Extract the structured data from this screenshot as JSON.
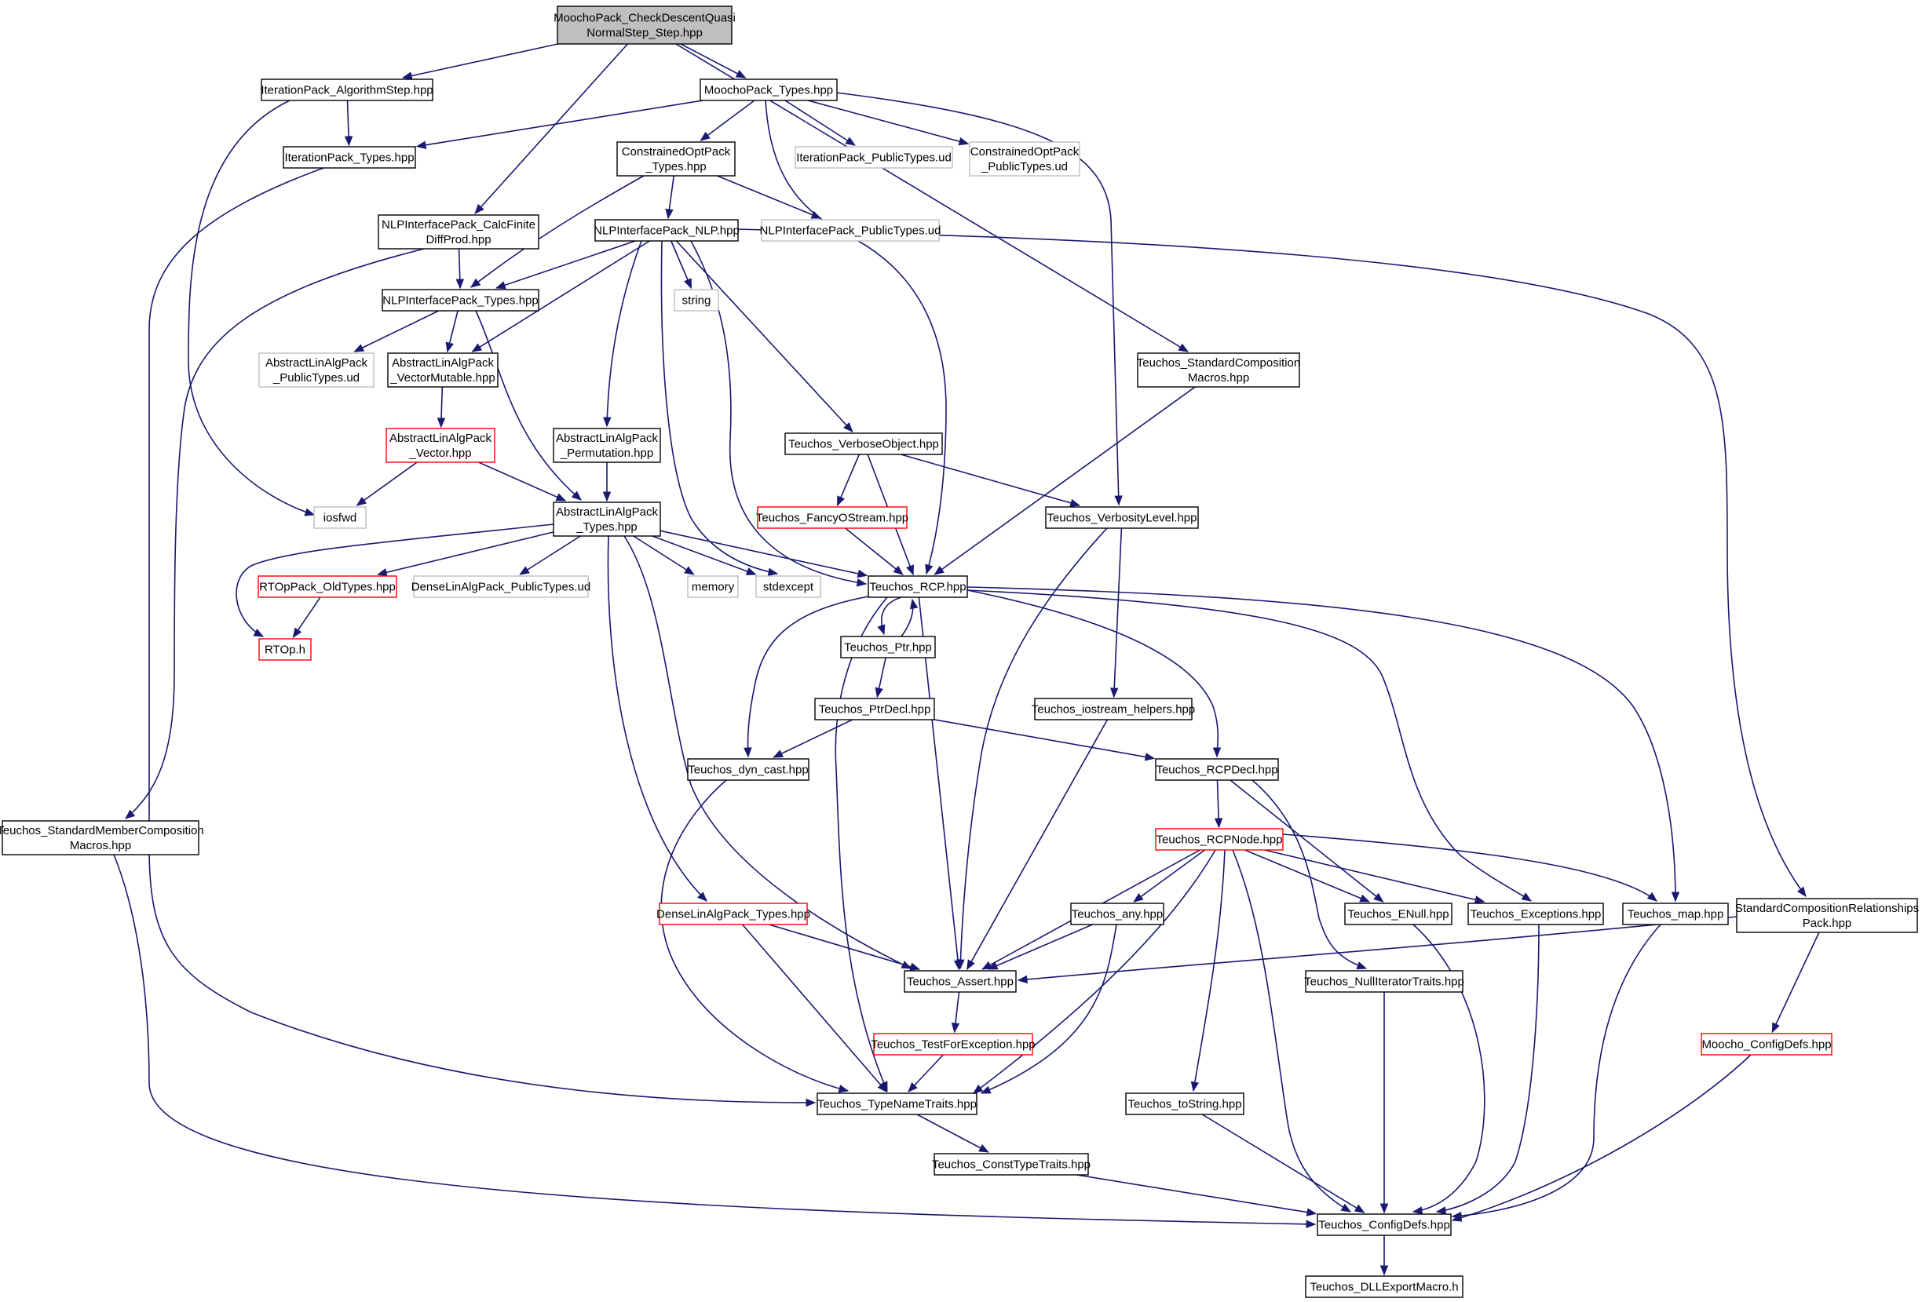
{
  "colors": {
    "edge": "#191970",
    "normal_border": "#000000",
    "broken_border": "#ff0000",
    "external_border": "#bfbfbf",
    "root_fill": "#bfbfbf",
    "node_fill": "#ffffff"
  },
  "nodes": [
    {
      "id": "root",
      "kind": "root",
      "lines": [
        "MoochoPack_CheckDescentQuasi",
        "NormalStep_Step.hpp"
      ]
    },
    {
      "id": "iterstep",
      "kind": "normal",
      "lines": [
        "IterationPack_AlgorithmStep.hpp"
      ]
    },
    {
      "id": "mtypes",
      "kind": "normal",
      "lines": [
        "MoochoPack_Types.hpp"
      ]
    },
    {
      "id": "ittypes",
      "kind": "normal",
      "lines": [
        "IterationPack_Types.hpp"
      ]
    },
    {
      "id": "cotypes",
      "kind": "normal",
      "lines": [
        "ConstrainedOptPack",
        "_Types.hpp"
      ]
    },
    {
      "id": "itpub",
      "kind": "external",
      "lines": [
        "IterationPack_PublicTypes.ud"
      ]
    },
    {
      "id": "copub",
      "kind": "external",
      "lines": [
        "ConstrainedOptPack",
        "_PublicTypes.ud"
      ]
    },
    {
      "id": "calcfd",
      "kind": "normal",
      "lines": [
        "NLPInterfacePack_CalcFinite",
        "DiffProd.hpp"
      ]
    },
    {
      "id": "nlp",
      "kind": "normal",
      "lines": [
        "NLPInterfacePack_NLP.hpp"
      ]
    },
    {
      "id": "nlppub",
      "kind": "external",
      "lines": [
        "NLPInterfacePack_PublicTypes.ud"
      ]
    },
    {
      "id": "nlptypes",
      "kind": "normal",
      "lines": [
        "NLPInterfacePack_Types.hpp"
      ]
    },
    {
      "id": "string",
      "kind": "external",
      "lines": [
        "string"
      ]
    },
    {
      "id": "alapub",
      "kind": "external",
      "lines": [
        "AbstractLinAlgPack",
        "_PublicTypes.ud"
      ]
    },
    {
      "id": "vecmut",
      "kind": "normal",
      "lines": [
        "AbstractLinAlgPack",
        "_VectorMutable.hpp"
      ]
    },
    {
      "id": "stdcomp",
      "kind": "normal",
      "lines": [
        "Teuchos_StandardComposition",
        "Macros.hpp"
      ]
    },
    {
      "id": "vec",
      "kind": "broken",
      "lines": [
        "AbstractLinAlgPack",
        "_Vector.hpp"
      ]
    },
    {
      "id": "perm",
      "kind": "normal",
      "lines": [
        "AbstractLinAlgPack",
        "_Permutation.hpp"
      ]
    },
    {
      "id": "verbobj",
      "kind": "normal",
      "lines": [
        "Teuchos_VerboseObject.hpp"
      ]
    },
    {
      "id": "iosfwd",
      "kind": "external",
      "lines": [
        "iosfwd"
      ]
    },
    {
      "id": "alatypes",
      "kind": "normal",
      "lines": [
        "AbstractLinAlgPack",
        "_Types.hpp"
      ]
    },
    {
      "id": "fancy",
      "kind": "broken",
      "lines": [
        "Teuchos_FancyOStream.hpp"
      ]
    },
    {
      "id": "verblvl",
      "kind": "normal",
      "lines": [
        "Teuchos_VerbosityLevel.hpp"
      ]
    },
    {
      "id": "rtopold",
      "kind": "broken",
      "lines": [
        "RTOpPack_OldTypes.hpp"
      ]
    },
    {
      "id": "denpub",
      "kind": "external",
      "lines": [
        "DenseLinAlgPack_PublicTypes.ud"
      ]
    },
    {
      "id": "memory",
      "kind": "external",
      "lines": [
        "memory"
      ]
    },
    {
      "id": "stdexc",
      "kind": "external",
      "lines": [
        "stdexcept"
      ]
    },
    {
      "id": "rcp",
      "kind": "normal",
      "lines": [
        "Teuchos_RCP.hpp"
      ]
    },
    {
      "id": "rtop",
      "kind": "broken",
      "lines": [
        "RTOp.h"
      ]
    },
    {
      "id": "ptr",
      "kind": "normal",
      "lines": [
        "Teuchos_Ptr.hpp"
      ]
    },
    {
      "id": "ptrdecl",
      "kind": "normal",
      "lines": [
        "Teuchos_PtrDecl.hpp"
      ]
    },
    {
      "id": "iohelp",
      "kind": "normal",
      "lines": [
        "Teuchos_iostream_helpers.hpp"
      ]
    },
    {
      "id": "dyncast",
      "kind": "normal",
      "lines": [
        "Teuchos_dyn_cast.hpp"
      ]
    },
    {
      "id": "rcpdecl",
      "kind": "normal",
      "lines": [
        "Teuchos_RCPDecl.hpp"
      ]
    },
    {
      "id": "stdmem",
      "kind": "normal",
      "lines": [
        "Teuchos_StandardMemberComposition",
        "Macros.hpp"
      ]
    },
    {
      "id": "rcpnode",
      "kind": "broken",
      "lines": [
        "Teuchos_RCPNode.hpp"
      ]
    },
    {
      "id": "dentypes",
      "kind": "broken",
      "lines": [
        "DenseLinAlgPack_Types.hpp"
      ]
    },
    {
      "id": "any",
      "kind": "normal",
      "lines": [
        "Teuchos_any.hpp"
      ]
    },
    {
      "id": "enull",
      "kind": "normal",
      "lines": [
        "Teuchos_ENull.hpp"
      ]
    },
    {
      "id": "exc",
      "kind": "normal",
      "lines": [
        "Teuchos_Exceptions.hpp"
      ]
    },
    {
      "id": "map",
      "kind": "normal",
      "lines": [
        "Teuchos_map.hpp"
      ]
    },
    {
      "id": "scrp",
      "kind": "normal",
      "lines": [
        "StandardCompositionRelationships",
        "Pack.hpp"
      ]
    },
    {
      "id": "assert",
      "kind": "normal",
      "lines": [
        "Teuchos_Assert.hpp"
      ]
    },
    {
      "id": "nullit",
      "kind": "normal",
      "lines": [
        "Teuchos_NullIteratorTraits.hpp"
      ]
    },
    {
      "id": "testexc",
      "kind": "broken",
      "lines": [
        "Teuchos_TestForException.hpp"
      ]
    },
    {
      "id": "mconf",
      "kind": "broken",
      "lines": [
        "Moocho_ConfigDefs.hpp"
      ]
    },
    {
      "id": "tnt",
      "kind": "normal",
      "lines": [
        "Teuchos_TypeNameTraits.hpp"
      ]
    },
    {
      "id": "tostr",
      "kind": "normal",
      "lines": [
        "Teuchos_toString.hpp"
      ]
    },
    {
      "id": "ctt",
      "kind": "normal",
      "lines": [
        "Teuchos_ConstTypeTraits.hpp"
      ]
    },
    {
      "id": "tconf",
      "kind": "normal",
      "lines": [
        "Teuchos_ConfigDefs.hpp"
      ]
    },
    {
      "id": "dll",
      "kind": "normal",
      "lines": [
        "Teuchos_DLLExportMacro.h"
      ]
    }
  ],
  "edges": [
    {
      "from": "root",
      "to": "iterstep"
    },
    {
      "from": "root",
      "to": "mtypes"
    },
    {
      "from": "root",
      "to": "calcfd"
    },
    {
      "from": "root",
      "to": "stdcomp"
    },
    {
      "from": "iterstep",
      "to": "ittypes"
    },
    {
      "from": "iterstep",
      "to": "iosfwd"
    },
    {
      "from": "mtypes",
      "to": "ittypes"
    },
    {
      "from": "mtypes",
      "to": "cotypes"
    },
    {
      "from": "mtypes",
      "to": "itpub"
    },
    {
      "from": "mtypes",
      "to": "copub"
    },
    {
      "from": "mtypes",
      "to": "rcp"
    },
    {
      "from": "mtypes",
      "to": "verblvl"
    },
    {
      "from": "ittypes",
      "to": "tnt"
    },
    {
      "from": "cotypes",
      "to": "nlp"
    },
    {
      "from": "cotypes",
      "to": "nlppub"
    },
    {
      "from": "cotypes",
      "to": "nlptypes"
    },
    {
      "from": "calcfd",
      "to": "nlptypes"
    },
    {
      "from": "calcfd",
      "to": "stdmem"
    },
    {
      "from": "nlp",
      "to": "nlptypes"
    },
    {
      "from": "nlp",
      "to": "string"
    },
    {
      "from": "nlp",
      "to": "vecmut"
    },
    {
      "from": "nlp",
      "to": "perm"
    },
    {
      "from": "nlp",
      "to": "verbobj"
    },
    {
      "from": "nlp",
      "to": "stdexc"
    },
    {
      "from": "nlp",
      "to": "rcp"
    },
    {
      "from": "nlp",
      "to": "scrp"
    },
    {
      "from": "nlptypes",
      "to": "alapub"
    },
    {
      "from": "nlptypes",
      "to": "vecmut"
    },
    {
      "from": "nlptypes",
      "to": "alatypes"
    },
    {
      "from": "vecmut",
      "to": "vec"
    },
    {
      "from": "vec",
      "to": "iosfwd"
    },
    {
      "from": "vec",
      "to": "alatypes"
    },
    {
      "from": "perm",
      "to": "alatypes"
    },
    {
      "from": "stdcomp",
      "to": "rcp"
    },
    {
      "from": "verbobj",
      "to": "fancy"
    },
    {
      "from": "verbobj",
      "to": "verblvl"
    },
    {
      "from": "verbobj",
      "to": "rcp"
    },
    {
      "from": "fancy",
      "to": "rcp"
    },
    {
      "from": "verblvl",
      "to": "iohelp"
    },
    {
      "from": "verblvl",
      "to": "assert"
    },
    {
      "from": "alatypes",
      "to": "rtopold"
    },
    {
      "from": "alatypes",
      "to": "denpub"
    },
    {
      "from": "alatypes",
      "to": "memory"
    },
    {
      "from": "alatypes",
      "to": "stdexc"
    },
    {
      "from": "alatypes",
      "to": "rcp"
    },
    {
      "from": "alatypes",
      "to": "rtop"
    },
    {
      "from": "alatypes",
      "to": "dentypes"
    },
    {
      "from": "alatypes",
      "to": "assert"
    },
    {
      "from": "rtopold",
      "to": "rtop"
    },
    {
      "from": "rcp",
      "to": "ptr"
    },
    {
      "from": "ptr",
      "to": "rcp"
    },
    {
      "from": "ptr",
      "to": "ptrdecl"
    },
    {
      "from": "rcp",
      "to": "dyncast"
    },
    {
      "from": "rcp",
      "to": "rcpdecl"
    },
    {
      "from": "rcp",
      "to": "exc"
    },
    {
      "from": "rcp",
      "to": "map"
    },
    {
      "from": "rcp",
      "to": "assert"
    },
    {
      "from": "rcp",
      "to": "tnt"
    },
    {
      "from": "ptrdecl",
      "to": "dyncast"
    },
    {
      "from": "ptrdecl",
      "to": "rcpdecl"
    },
    {
      "from": "iohelp",
      "to": "assert"
    },
    {
      "from": "dyncast",
      "to": "tnt"
    },
    {
      "from": "rcpdecl",
      "to": "rcpnode"
    },
    {
      "from": "rcpdecl",
      "to": "enull"
    },
    {
      "from": "rcpdecl",
      "to": "nullit"
    },
    {
      "from": "rcpnode",
      "to": "any"
    },
    {
      "from": "rcpnode",
      "to": "enull"
    },
    {
      "from": "rcpnode",
      "to": "exc"
    },
    {
      "from": "rcpnode",
      "to": "map"
    },
    {
      "from": "rcpnode",
      "to": "assert"
    },
    {
      "from": "rcpnode",
      "to": "tnt"
    },
    {
      "from": "rcpnode",
      "to": "tostr"
    },
    {
      "from": "rcpnode",
      "to": "tconf"
    },
    {
      "from": "stdmem",
      "to": "tconf"
    },
    {
      "from": "dentypes",
      "to": "assert"
    },
    {
      "from": "dentypes",
      "to": "tnt"
    },
    {
      "from": "any",
      "to": "assert"
    },
    {
      "from": "any",
      "to": "tnt"
    },
    {
      "from": "scrp",
      "to": "assert"
    },
    {
      "from": "scrp",
      "to": "mconf"
    },
    {
      "from": "assert",
      "to": "testexc"
    },
    {
      "from": "testexc",
      "to": "tnt"
    },
    {
      "from": "enull",
      "to": "tconf"
    },
    {
      "from": "exc",
      "to": "tconf"
    },
    {
      "from": "map",
      "to": "tconf"
    },
    {
      "from": "nullit",
      "to": "tconf"
    },
    {
      "from": "mconf",
      "to": "tconf"
    },
    {
      "from": "tnt",
      "to": "ctt"
    },
    {
      "from": "tostr",
      "to": "tconf"
    },
    {
      "from": "ctt",
      "to": "tconf"
    },
    {
      "from": "tconf",
      "to": "dll"
    }
  ]
}
